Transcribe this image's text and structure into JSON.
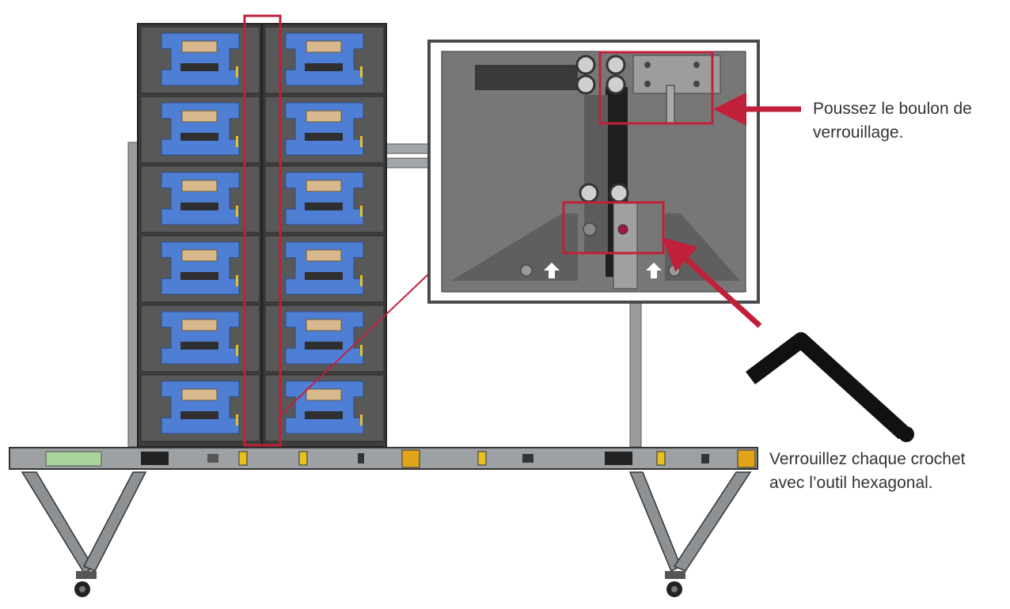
{
  "callouts": {
    "lock_bolt": {
      "line1": "Poussez le boulon de",
      "line2": "verrouillage."
    },
    "hex_tool": {
      "line1": "Verrouillez chaque crochet",
      "line2": "avec l’outil hexagonal."
    }
  },
  "colors": {
    "highlight": "#c0203a",
    "module_blue": "#4f7fd4",
    "module_tan": "#d7b98d",
    "cabinet_dark": "#4a4a4a",
    "frame_gray": "#8a8d90",
    "accent_yellow": "#e8c020",
    "panel_gray": "#7b7b7b",
    "tool_black": "#111111"
  },
  "icons": {
    "lock_arrow": "arrow-left-icon",
    "tool_arrow": "arrow-up-left-icon",
    "hex_tool": "hex-key-icon",
    "up_arrows": "arrow-up-icon"
  }
}
